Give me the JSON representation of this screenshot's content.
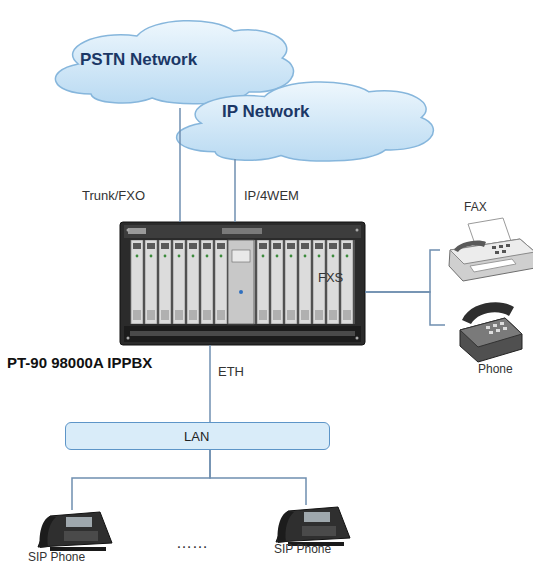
{
  "diagram": {
    "nodes": [
      {
        "text": [
          "PSTN Network"
        ]
      },
      {
        "text": [
          "IP Network"
        ]
      },
      {
        "text": [
          "PT-90 98000A IPPBX"
        ]
      },
      {
        "text": [
          "FAX"
        ]
      },
      {
        "text": [
          "Phone"
        ]
      },
      {
        "text": [
          "LAN"
        ]
      },
      {
        "text": [
          "SIP Phone"
        ]
      },
      {
        "text": [
          "SIP Phone"
        ]
      }
    ],
    "edges": [
      {
        "from": 0,
        "to": 2,
        "arrow": "none",
        "label": "Trunk/FXO"
      },
      {
        "from": 1,
        "to": 2,
        "arrow": "none",
        "label": "IP/4WEM"
      },
      {
        "from": 2,
        "to": 3,
        "arrow": "none",
        "label": "FXS"
      },
      {
        "from": 2,
        "to": 4,
        "arrow": "none"
      },
      {
        "from": 2,
        "to": 5,
        "arrow": "none",
        "label": "ETH"
      },
      {
        "from": 5,
        "to": 6,
        "arrow": "none"
      },
      {
        "from": 5,
        "to": 7,
        "arrow": "none"
      }
    ],
    "labels": [
      "……"
    ]
  }
}
